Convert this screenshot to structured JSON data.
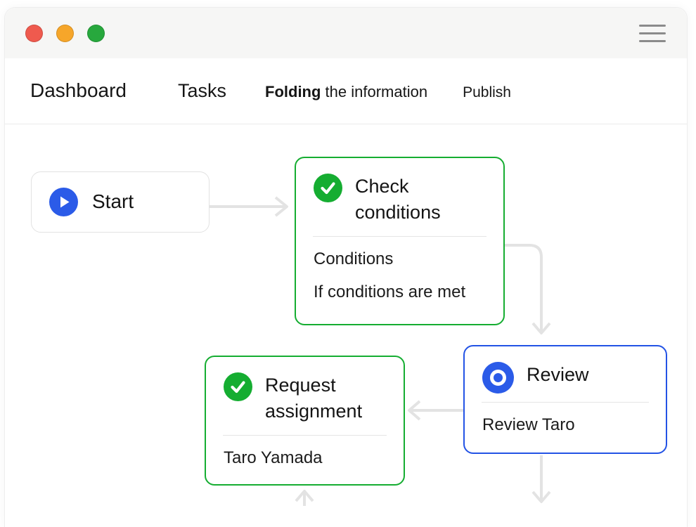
{
  "window": {
    "controls": {
      "close": "red",
      "minimize": "yellow",
      "zoom": "green"
    },
    "menu_icon": "hamburger"
  },
  "nav": {
    "dashboard": "Dashboard",
    "tasks": "Tasks",
    "folding_bold": "Folding",
    "folding_rest": " the information",
    "publish": "Publish"
  },
  "flow": {
    "start": {
      "title": "Start",
      "icon": "play-icon"
    },
    "check_conditions": {
      "title": "Check conditions",
      "icon": "check-icon",
      "body_line1": "Conditions",
      "body_line2": "If conditions are met"
    },
    "review": {
      "title": "Review",
      "icon": "record-icon",
      "body_line1": "Review Taro"
    },
    "request_assignment": {
      "title": "Request assignment",
      "icon": "check-icon",
      "body_line1": "Taro Yamada"
    }
  },
  "colors": {
    "green_accent": "#15ad31",
    "blue_accent": "#2b5be8",
    "blue_border": "#2353e5",
    "connector_gray": "#e3e3e3",
    "traffic_red": "#ef5a4e",
    "traffic_yellow": "#f6a62a",
    "traffic_green": "#27a83d"
  }
}
